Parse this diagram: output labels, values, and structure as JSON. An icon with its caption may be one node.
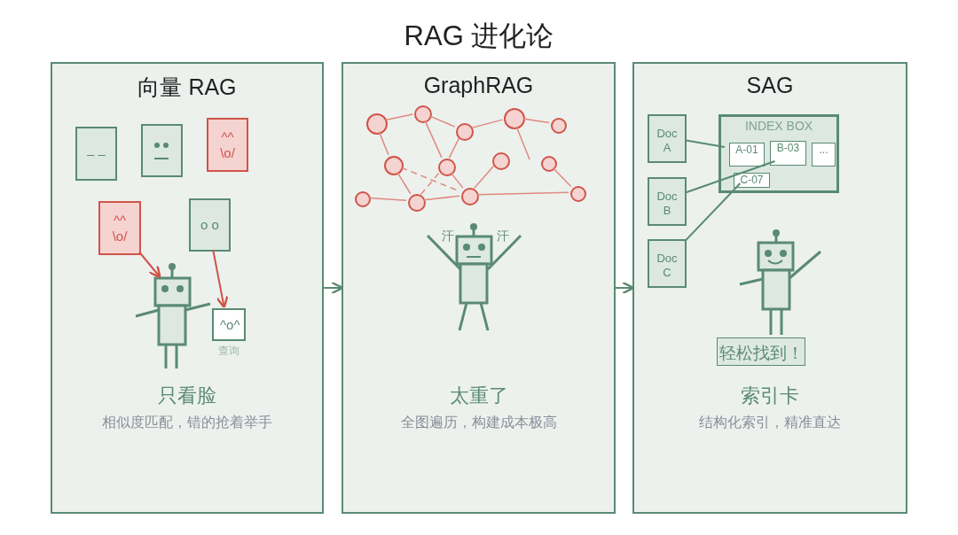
{
  "diagram": {
    "title": "RAG 进化论",
    "nodes": [
      {
        "text": [
          "向量 RAG",
          "只看脸",
          "相似度匹配，错的抢着举手"
        ]
      },
      {
        "text": [
          "– –"
        ],
        "in": 0
      },
      {
        "text": [],
        "shape": "box",
        "in": 0
      },
      {
        "text": [
          "^^ \\o/"
        ],
        "in": 0
      },
      {
        "text": [
          "^^ \\o/"
        ],
        "in": 0
      },
      {
        "text": [
          "o o"
        ],
        "in": 0
      },
      {
        "text": [],
        "shape": "picture",
        "in": 0
      },
      {
        "text": [
          "^o^"
        ],
        "beside": [
          "查询"
        ],
        "in": 0
      },
      {
        "text": [
          "GraphRAG",
          "太重了",
          "全图遍历，构建成本极高"
        ]
      },
      {
        "text": [],
        "shape": "circle",
        "in": 8
      },
      {
        "text": [],
        "shape": "circle",
        "in": 8
      },
      {
        "text": [],
        "shape": "circle",
        "in": 8
      },
      {
        "text": [],
        "shape": "circle",
        "in": 8
      },
      {
        "text": [],
        "shape": "circle",
        "in": 8
      },
      {
        "text": [],
        "shape": "circle",
        "in": 8
      },
      {
        "text": [],
        "shape": "circle",
        "in": 8
      },
      {
        "text": [],
        "shape": "circle",
        "in": 8
      },
      {
        "text": [],
        "shape": "circle",
        "in": 8
      },
      {
        "text": [],
        "shape": "circle",
        "in": 8
      },
      {
        "text": [],
        "shape": "circle",
        "in": 8
      },
      {
        "text": [],
        "shape": "circle",
        "in": 8
      },
      {
        "text": [],
        "shape": "circle",
        "in": 8
      },
      {
        "text": [
          "汗",
          "汗"
        ],
        "in": 8
      },
      {
        "text": [
          "SAG",
          "索引卡",
          "结构化索引，精准直达"
        ]
      },
      {
        "text": [
          "Doc A"
        ],
        "in": 23
      },
      {
        "text": [
          "Doc B"
        ],
        "in": 23
      },
      {
        "text": [
          "Doc C"
        ],
        "in": 23
      },
      {
        "text": [
          "INDEX BOX"
        ],
        "in": 23
      },
      {
        "text": [
          "A-01"
        ],
        "in": 27
      },
      {
        "text": [
          "B-03"
        ],
        "in": 27
      },
      {
        "text": [
          "..."
        ],
        "in": 27
      },
      {
        "text": [
          "C-07"
        ],
        "in": 27
      },
      {
        "text": [],
        "shape": "picture",
        "in": 23
      },
      {
        "text": [
          "轻松找到！"
        ],
        "in": 23
      }
    ],
    "edges": [
      {
        "from": 4,
        "to": 6,
        "arrow": "to",
        "color": "#d0544a"
      },
      {
        "from": 5,
        "to": 7,
        "arrow": "to",
        "color": "#d0544a"
      },
      {
        "from": 9,
        "to": 10,
        "arrow": "none"
      },
      {
        "from": 10,
        "to": 11,
        "arrow": "none"
      },
      {
        "from": 11,
        "to": 12,
        "arrow": "none"
      },
      {
        "from": 12,
        "to": 13,
        "arrow": "none"
      },
      {
        "from": 9,
        "to": 14,
        "arrow": "none"
      },
      {
        "from": 10,
        "to": 15,
        "arrow": "none"
      },
      {
        "from": 11,
        "to": 15,
        "arrow": "none"
      },
      {
        "from": 12,
        "to": null,
        "arrow": "none"
      },
      {
        "from": 14,
        "to": 19,
        "arrow": "none"
      },
      {
        "from": 15,
        "to": 20,
        "arrow": "none"
      },
      {
        "from": 16,
        "to": 20,
        "arrow": "none"
      },
      {
        "from": 20,
        "to": 21,
        "arrow": "none"
      },
      {
        "from": 18,
        "to": 19,
        "arrow": "none"
      },
      {
        "from": 19,
        "to": 20,
        "arrow": "none"
      },
      {
        "from": 17,
        "to": 21,
        "arrow": "none"
      },
      {
        "from": 14,
        "to": 20,
        "arrow": "none",
        "style": "dashed"
      },
      {
        "from": 19,
        "to": 15,
        "arrow": "none",
        "style": "dashed"
      },
      {
        "from": 24,
        "to": 28,
        "arrow": "none",
        "color": "#5a8a74"
      },
      {
        "from": 25,
        "to": 29,
        "arrow": "none",
        "color": "#5a8a74"
      },
      {
        "from": 26,
        "to": 31,
        "arrow": "none",
        "color": "#5a8a74"
      },
      {
        "from": 0,
        "to": 8,
        "arrow": "to",
        "color": "#5a8a74"
      },
      {
        "from": 8,
        "to": 23,
        "arrow": "to",
        "color": "#5a8a74"
      }
    ]
  }
}
